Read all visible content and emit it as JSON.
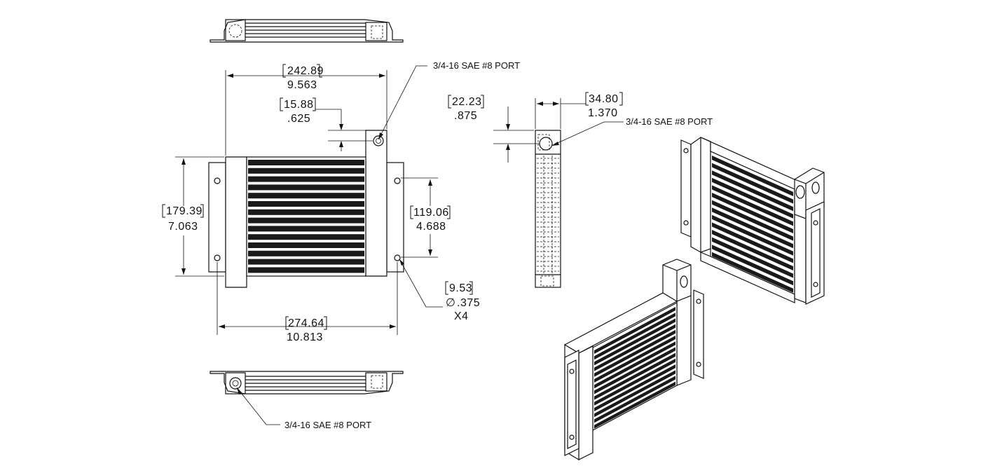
{
  "dimensions": {
    "overall_width": {
      "mm": "242.89",
      "in": "9.563"
    },
    "port_offset": {
      "mm": "15.88",
      "in": ".625"
    },
    "overall_height": {
      "mm": "179.39",
      "in": "7.063"
    },
    "mount_spacing_v": {
      "mm": "119.06",
      "in": "4.688"
    },
    "mount_hole": {
      "mm": "9.53",
      "in": ".375",
      "qty": "X4",
      "symbol": "∅"
    },
    "mount_spacing_h": {
      "mm": "274.64",
      "in": "10.813"
    },
    "side_port_offset": {
      "mm": "22.23",
      "in": ".875"
    },
    "side_depth": {
      "mm": "34.80",
      "in": "1.370"
    }
  },
  "notes": {
    "port_top": "3/4-16 SAE #8 PORT",
    "port_side": "3/4-16 SAE #8 PORT",
    "port_bottom": "3/4-16 SAE #8 PORT"
  }
}
